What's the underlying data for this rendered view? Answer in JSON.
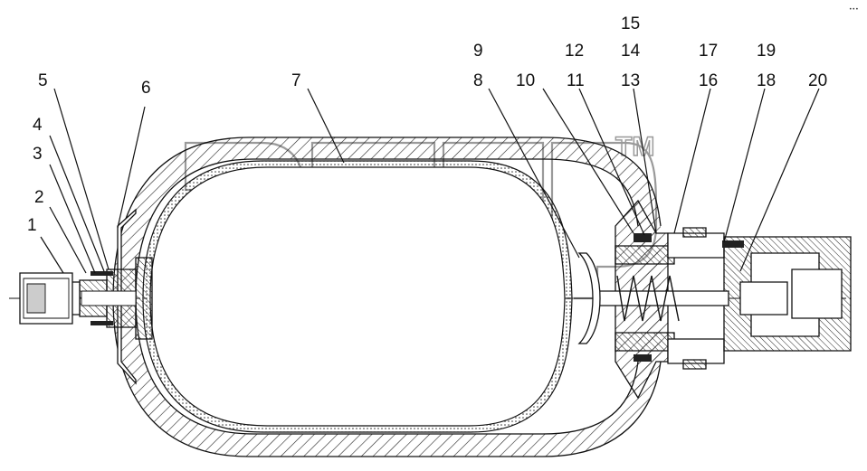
{
  "diagram": {
    "watermark_text": "элпр",
    "trademark": "TM",
    "corner_mark": "•••",
    "labels": [
      "1",
      "2",
      "3",
      "4",
      "5",
      "6",
      "7",
      "8",
      "9",
      "10",
      "11",
      "12",
      "13",
      "14",
      "15",
      "16",
      "17",
      "18",
      "19",
      "20"
    ]
  },
  "colors": {
    "line": "#111111",
    "hatch": "#222222",
    "watermark": "#9a9a9a",
    "background": "#ffffff"
  }
}
